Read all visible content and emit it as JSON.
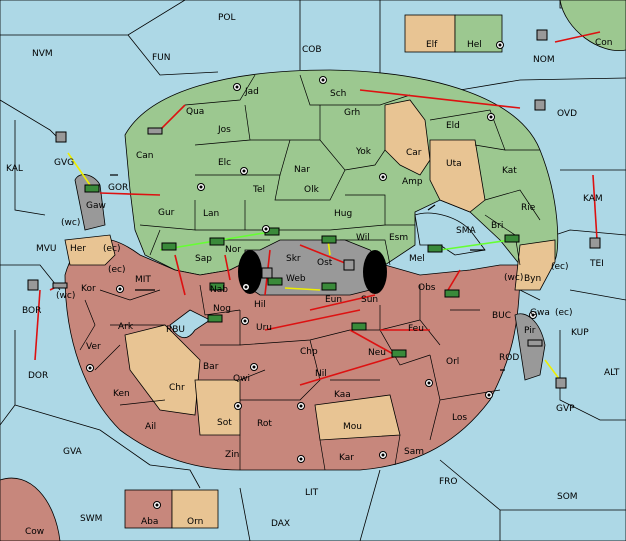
{
  "labels": {
    "POL": "POL",
    "NVM": "NVM",
    "FUN": "FUN",
    "COB": "COB",
    "Elf": "Elf",
    "Hel": "Hel",
    "Con": "Con",
    "NOM": "NOM",
    "KAL": "KAL",
    "Jad": "Jad",
    "Sch": "Sch",
    "OVD": "OVD",
    "Qua": "Qua",
    "Jos": "Jos",
    "Grh": "Grh",
    "Eld": "Eld",
    "GVG": "GVG",
    "Can": "Can",
    "Elc": "Elc",
    "Nar": "Nar",
    "Yok": "Yok",
    "Car": "Car",
    "Uta": "Uta",
    "Kat": "Kat",
    "GOR": "GOR",
    "Tel": "Tel",
    "Olk": "Olk",
    "Amp": "Amp",
    "Gaw": "Gaw",
    "Gur": "Gur",
    "Lan": "Lan",
    "Hug": "Hug",
    "Rie": "Rie",
    "KAM": "KAM",
    "wc1": "(wc)",
    "MVU": "MVU",
    "Her": "Her",
    "ec1": "(ec)",
    "Wil": "Wil",
    "Esm": "Esm",
    "SMA": "SMA",
    "Bri": "Bri",
    "TEI": "TEI",
    "Nor": "Nor",
    "Sap": "Sap",
    "Skr": "Skr",
    "Ost": "Ost",
    "Mel": "Mel",
    "Byn": "Byn",
    "ec2": "(ec)",
    "ec3": "(ec)",
    "Kor": "Kor",
    "MIT": "MIT",
    "Nab": "Nab",
    "Web": "Web",
    "Hil": "Hil",
    "Eun": "Eun",
    "Obs": "Obs",
    "wc2": "(wc)",
    "BOR": "BOR",
    "wc3": "(wc)",
    "Gwa": "Gwa",
    "ec4": "(ec)",
    "Ark": "Ark",
    "RBU": "RBU",
    "Nog": "Nog",
    "Sun": "Sun",
    "BUC": "BUC",
    "KUP": "KUP",
    "Uru": "Uru",
    "Feu": "Feu",
    "Pir": "Pir",
    "Ver": "Ver",
    "Chp": "Chp",
    "Orl": "Orl",
    "DOR": "DOR",
    "Bar": "Bar",
    "Qwi": "Qwi",
    "Neu": "Neu",
    "ROD": "ROD",
    "ALT": "ALT",
    "Chr": "Chr",
    "Nil": "Nil",
    "Ken": "Ken",
    "Kaa": "Kaa",
    "GVP": "GVP",
    "Sot": "Sot",
    "Rot": "Rot",
    "Los": "Los",
    "Ail": "Ail",
    "Mou": "Mou",
    "GVA": "GVA",
    "Zin": "Zin",
    "Kar": "Kar",
    "Sam": "Sam",
    "FRO": "FRO",
    "LIT": "LIT",
    "SOM": "SOM",
    "SWM": "SWM",
    "Aba": "Aba",
    "Orn": "Orn",
    "DAX": "DAX",
    "Cow": "Cow"
  },
  "colors": {
    "sea": "#add8e6",
    "north": "#9cc890",
    "neutral": "#e8c493",
    "south": "#c7877c",
    "home": "#999999",
    "north_unit": "#3a8a3a",
    "south_unit": "#9a9a9a",
    "order_red": "#dd1111",
    "order_yellow": "#eeee00",
    "order_green": "#66ff33"
  }
}
